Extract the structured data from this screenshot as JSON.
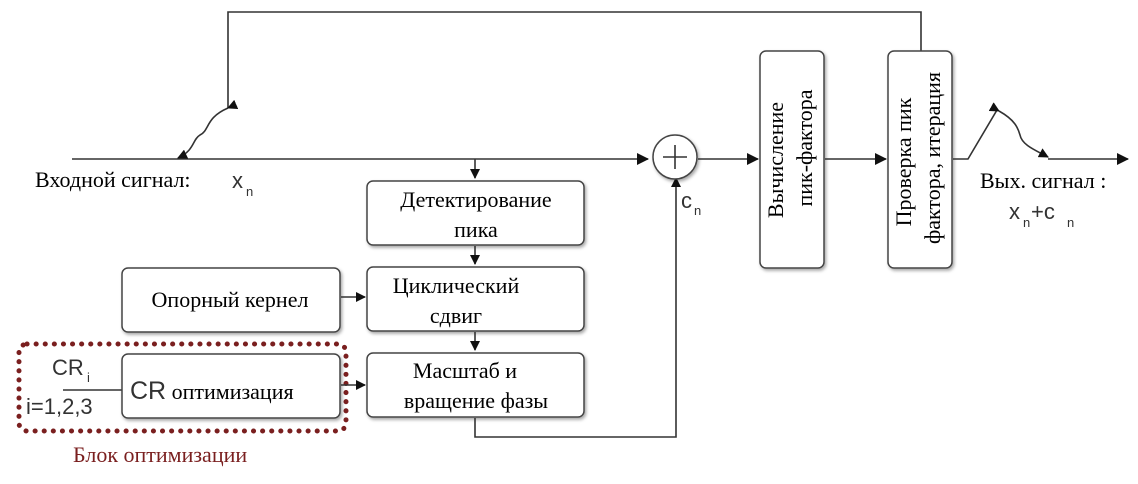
{
  "diagram": {
    "input_label": "Входной сигнал: ",
    "input_symbol": "x",
    "input_sub": "n",
    "output_label": "Вых. сигнал :",
    "output_symbol_1": "x",
    "output_symbol_2": "+c",
    "output_sub": "n",
    "cn_symbol": "c",
    "cn_sub": "n",
    "adder_symbol": "+",
    "blocks": {
      "peak_detect": [
        "Детектирование",
        "пика"
      ],
      "cyclic_shift": [
        "Циклический",
        "сдвиг"
      ],
      "scale_rotate": [
        "Масштаб и",
        "вращение фазы"
      ],
      "reference_kernel": "Опорный кернел",
      "cr_opt_prefix": "CR",
      "cr_opt_suffix": " оптимизация",
      "papr_calc": [
        "Вычисление",
        "пик-фактора"
      ],
      "papr_check": [
        "Проверка пик",
        "фактора, итерация"
      ]
    },
    "cr_input": {
      "symbol": "CR",
      "sub": "i",
      "range": "i=1,2,3"
    },
    "optimization_block_caption": "Блок оптимизации"
  }
}
